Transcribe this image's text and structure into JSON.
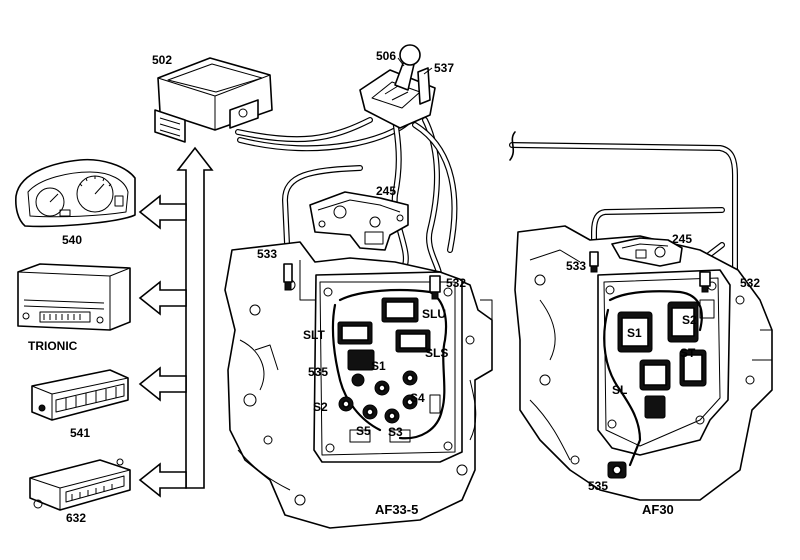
{
  "labels": {
    "control_module": "502",
    "cluster": "540",
    "trionic_num": "",
    "trionic_text": "TRIONIC",
    "climate_panel": "541",
    "box_632": "632",
    "selector_506": "506",
    "selector_537": "537",
    "switch_245_a": "245",
    "sensor_533_a": "533",
    "sensor_532_a": "532",
    "valve_slt": "SLT",
    "valve_slu": "SLU",
    "valve_sls": "SLS",
    "valve_s1_a": "S1",
    "valve_s2_a": "S2",
    "valve_s3": "S3",
    "valve_s4": "S4",
    "valve_s5": "S5",
    "harness_535_a": "535",
    "gearbox_a": "AF33-5",
    "switch_245_b": "245",
    "sensor_533_b": "533",
    "sensor_532_b": "532",
    "valve_s1_b": "S1",
    "valve_s2_b": "S2",
    "valve_st": "ST",
    "valve_sl": "SL",
    "harness_535_b": "535",
    "gearbox_b": "AF30"
  }
}
